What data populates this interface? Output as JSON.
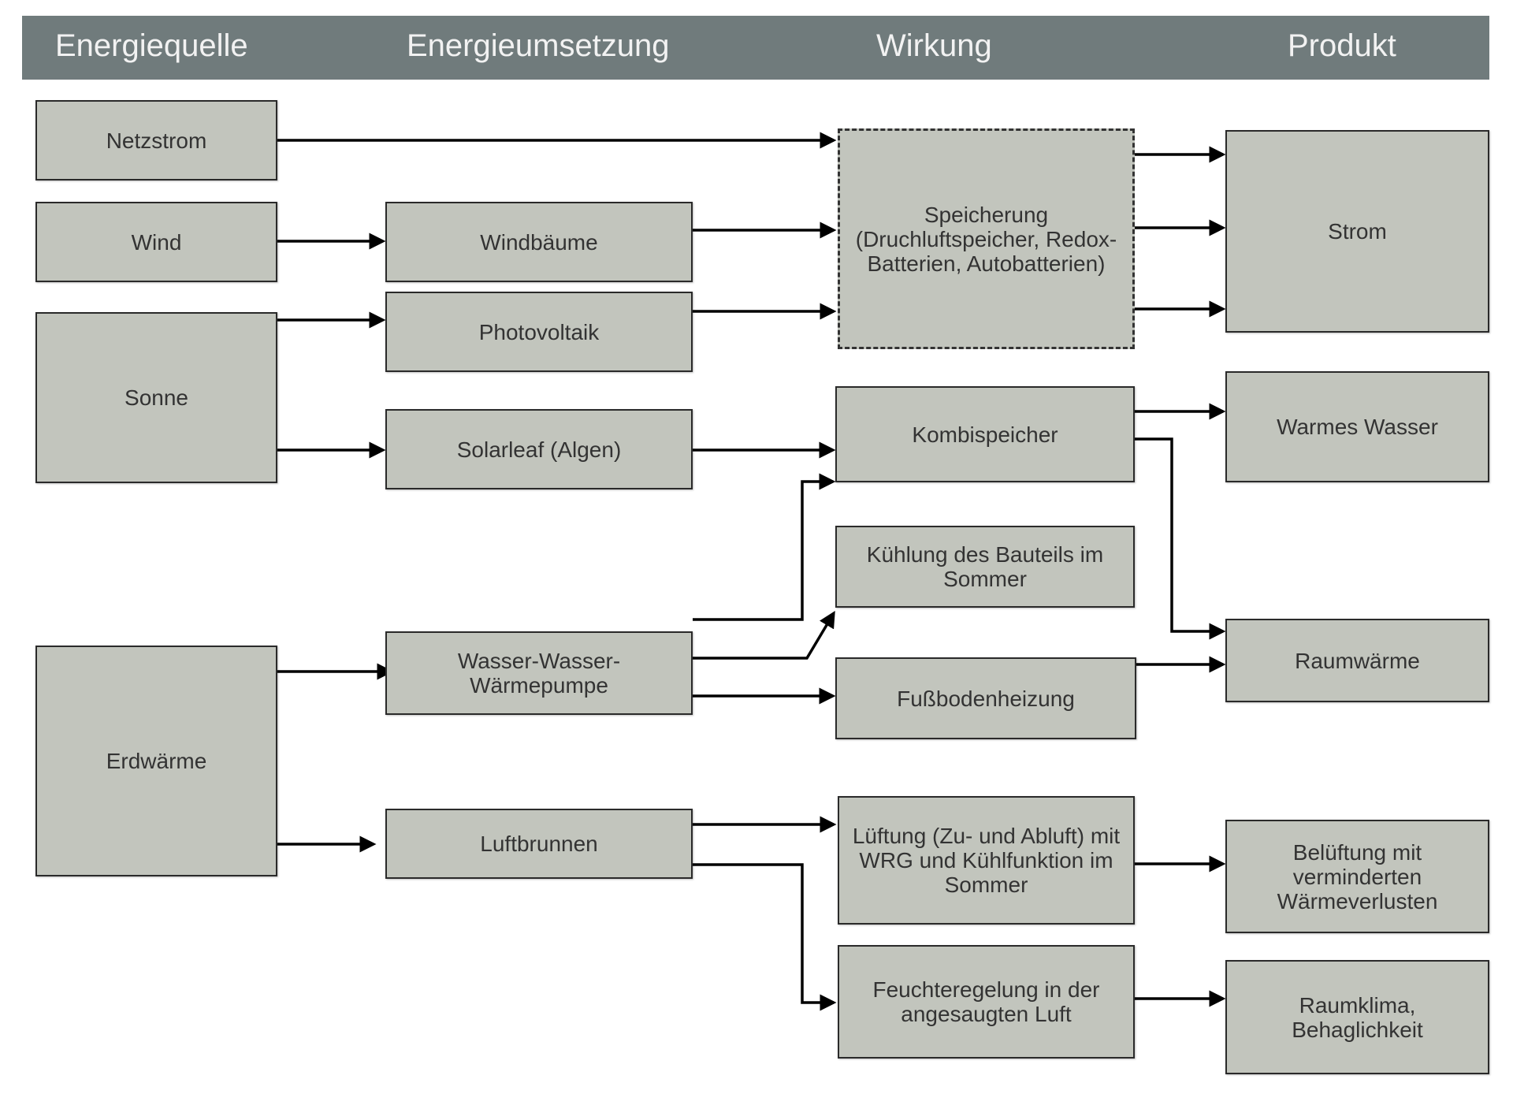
{
  "diagram": {
    "type": "flowchart",
    "columns": [
      {
        "id": "col-source",
        "label": "Energiequelle"
      },
      {
        "id": "col-conversion",
        "label": "Energieumsetzung"
      },
      {
        "id": "col-effect",
        "label": "Wirkung"
      },
      {
        "id": "col-product",
        "label": "Produkt"
      }
    ],
    "colors": {
      "header_bg": "#707b7c",
      "header_text": "#f2f2f2",
      "box_fill": "#c2c5bd",
      "box_border": "#2a2a2a",
      "text": "#333333",
      "arrow": "#000000"
    },
    "nodes": {
      "netzstrom": {
        "label": "Netzstrom",
        "column": "Energiequelle"
      },
      "wind": {
        "label": "Wind",
        "column": "Energiequelle"
      },
      "sonne": {
        "label": "Sonne",
        "column": "Energiequelle"
      },
      "erdwaerme": {
        "label": "Erdwärme",
        "column": "Energiequelle"
      },
      "windbaeume": {
        "label": "Windbäume",
        "column": "Energieumsetzung"
      },
      "photovoltaik": {
        "label": "Photovoltaik",
        "column": "Energieumsetzung"
      },
      "solarleaf": {
        "label": "Solarleaf (Algen)",
        "column": "Energieumsetzung"
      },
      "waermepumpe": {
        "label": "Wasser-Wasser-\nWärmepumpe",
        "column": "Energieumsetzung"
      },
      "luftbrunnen": {
        "label": "Luftbrunnen",
        "column": "Energieumsetzung"
      },
      "speicherung": {
        "label": "Speicherung\n(Druchluftspeicher, Redox-\nBatterien, Autobatterien)",
        "column": "Wirkung",
        "style": "dashed"
      },
      "kombispeicher": {
        "label": "Kombispeicher",
        "column": "Wirkung"
      },
      "kuehlung": {
        "label": "Kühlung des Bauteils im\nSommer",
        "column": "Wirkung"
      },
      "fussbodenheizung": {
        "label": "Fußbodenheizung",
        "column": "Wirkung"
      },
      "lueftung": {
        "label": "Lüftung (Zu- und Abluft) mit\nWRG und Kühlfunktion im\nSommer",
        "column": "Wirkung"
      },
      "feuchteregelung": {
        "label": "Feuchteregelung in der\nangesaugten Luft",
        "column": "Wirkung"
      },
      "strom": {
        "label": "Strom",
        "column": "Produkt"
      },
      "warmes_wasser": {
        "label": "Warmes Wasser",
        "column": "Produkt"
      },
      "raumwaerme": {
        "label": "Raumwärme",
        "column": "Produkt"
      },
      "belueftung": {
        "label": "Belüftung mit\nverminderten\nWärmeverlusten",
        "column": "Produkt"
      },
      "raumklima": {
        "label": "Raumklima,\nBehaglichkeit",
        "column": "Produkt"
      }
    },
    "edges": [
      {
        "from": "netzstrom",
        "to": "speicherung"
      },
      {
        "from": "wind",
        "to": "windbaeume"
      },
      {
        "from": "windbaeume",
        "to": "speicherung"
      },
      {
        "from": "sonne",
        "to": "photovoltaik"
      },
      {
        "from": "photovoltaik",
        "to": "speicherung"
      },
      {
        "from": "sonne",
        "to": "solarleaf"
      },
      {
        "from": "solarleaf",
        "to": "kombispeicher"
      },
      {
        "from": "speicherung",
        "to": "strom"
      },
      {
        "from": "speicherung",
        "to": "strom"
      },
      {
        "from": "speicherung",
        "to": "strom"
      },
      {
        "from": "kombispeicher",
        "to": "warmes_wasser"
      },
      {
        "from": "kombispeicher",
        "to": "raumwaerme"
      },
      {
        "from": "erdwaerme",
        "to": "waermepumpe"
      },
      {
        "from": "waermepumpe",
        "to": "kombispeicher"
      },
      {
        "from": "waermepumpe",
        "to": "kuehlung"
      },
      {
        "from": "waermepumpe",
        "to": "fussbodenheizung"
      },
      {
        "from": "fussbodenheizung",
        "to": "raumwaerme"
      },
      {
        "from": "erdwaerme",
        "to": "luftbrunnen"
      },
      {
        "from": "luftbrunnen",
        "to": "lueftung"
      },
      {
        "from": "luftbrunnen",
        "to": "feuchteregelung"
      },
      {
        "from": "lueftung",
        "to": "belueftung"
      },
      {
        "from": "feuchteregelung",
        "to": "raumklima"
      }
    ]
  }
}
